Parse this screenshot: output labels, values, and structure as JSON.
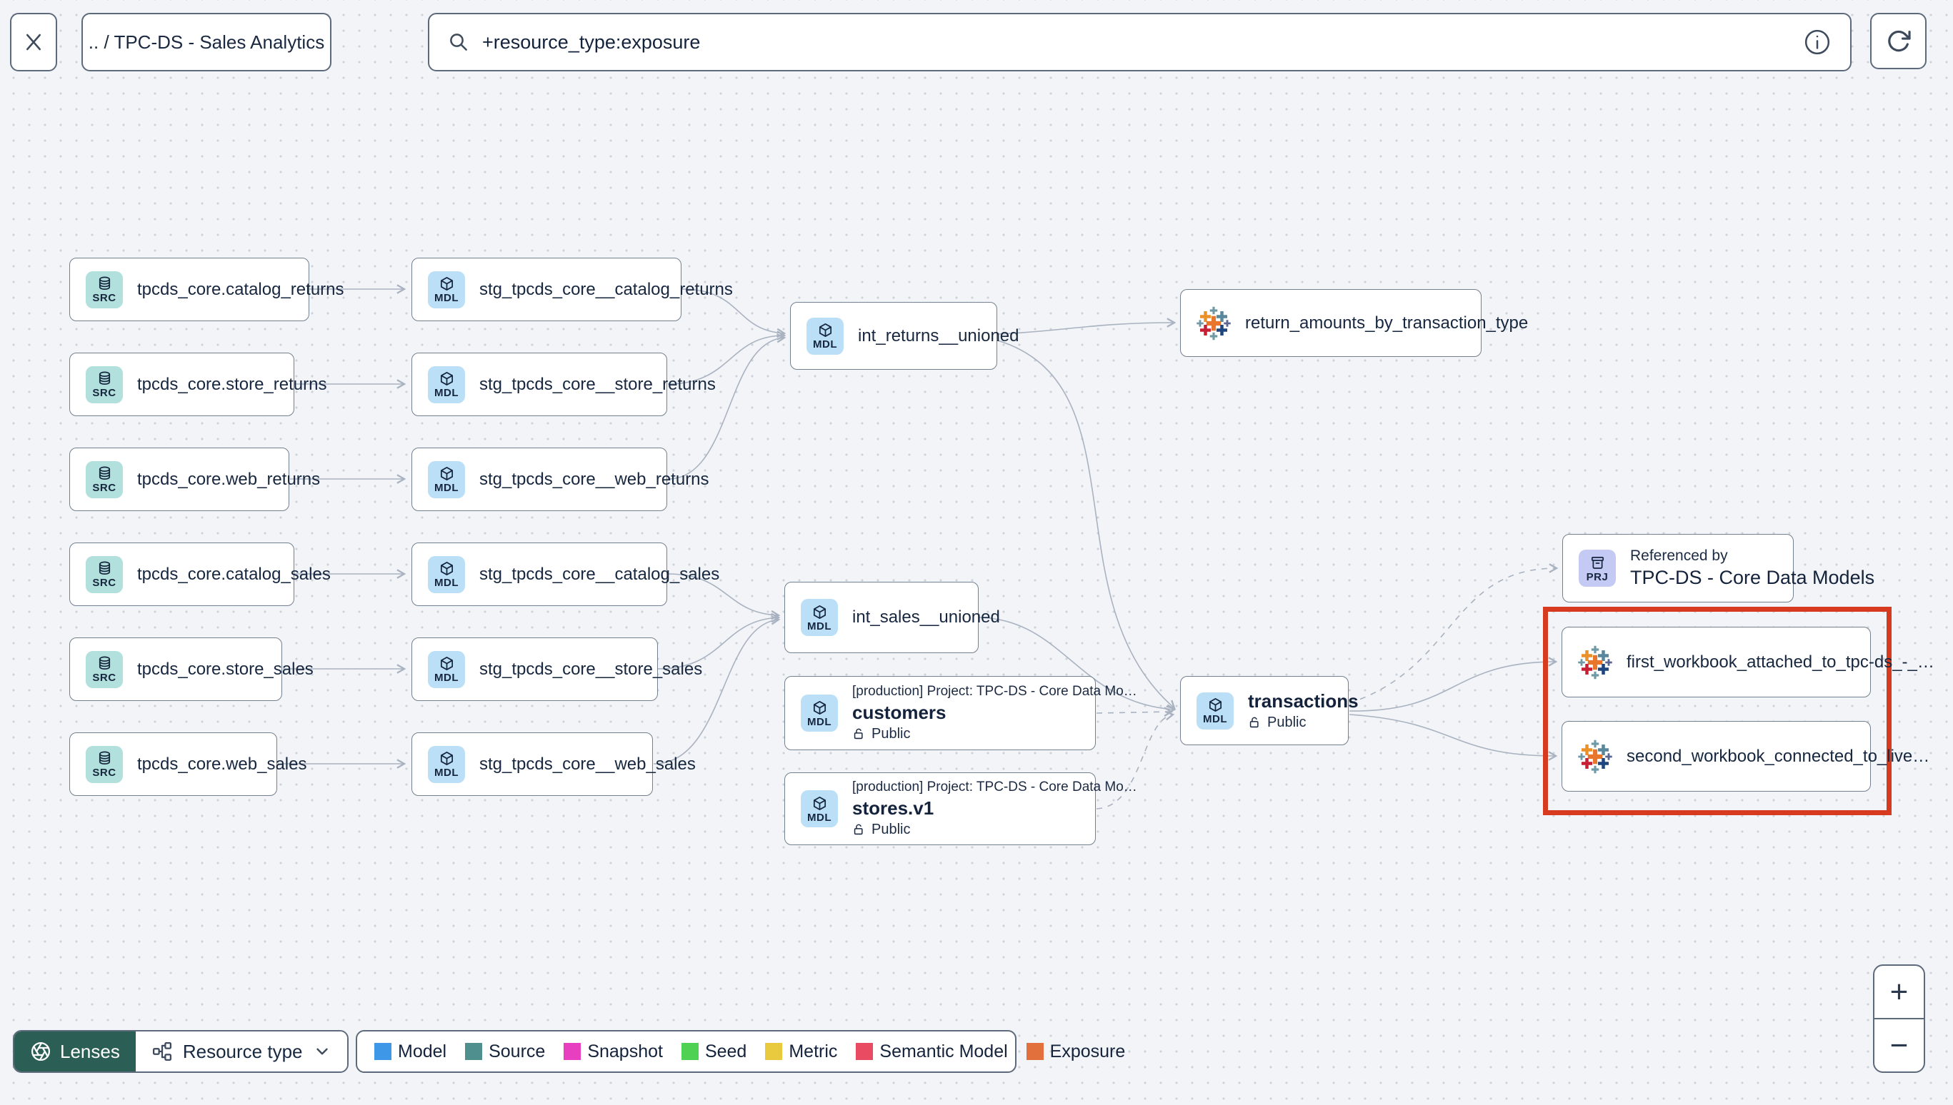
{
  "topbar": {
    "breadcrumb": ".. / TPC-DS - Sales Analytics",
    "search_value": "+resource_type:exposure"
  },
  "badges": {
    "src": "SRC",
    "mdl": "MDL",
    "prj": "PRJ"
  },
  "nodes": {
    "src_catalog_returns": {
      "label": "tpcds_core.catalog_returns"
    },
    "src_store_returns": {
      "label": "tpcds_core.store_returns"
    },
    "src_web_returns": {
      "label": "tpcds_core.web_returns"
    },
    "src_catalog_sales": {
      "label": "tpcds_core.catalog_sales"
    },
    "src_store_sales": {
      "label": "tpcds_core.store_sales"
    },
    "src_web_sales": {
      "label": "tpcds_core.web_sales"
    },
    "stg_catalog_returns": {
      "label": "stg_tpcds_core__catalog_returns"
    },
    "stg_store_returns": {
      "label": "stg_tpcds_core__store_returns"
    },
    "stg_web_returns": {
      "label": "stg_tpcds_core__web_returns"
    },
    "stg_catalog_sales": {
      "label": "stg_tpcds_core__catalog_sales"
    },
    "stg_store_sales": {
      "label": "stg_tpcds_core__store_sales"
    },
    "stg_web_sales": {
      "label": "stg_tpcds_core__web_sales"
    },
    "int_returns": {
      "label": "int_returns__unioned"
    },
    "int_sales": {
      "label": "int_sales__unioned"
    },
    "customers": {
      "project": "[production] Project: TPC-DS - Core Data Mo…",
      "name": "customers",
      "access": "Public"
    },
    "stores": {
      "project": "[production] Project: TPC-DS - Core Data Mo…",
      "name": "stores.v1",
      "access": "Public"
    },
    "transactions": {
      "name": "transactions",
      "access": "Public"
    },
    "return_amounts": {
      "label": "return_amounts_by_transaction_type"
    },
    "referenced_by": {
      "title": "Referenced by",
      "name": "TPC-DS - Core Data Models"
    },
    "first_workbook": {
      "label": "first_workbook_attached_to_tpc-ds_-_…"
    },
    "second_workbook": {
      "label": "second_workbook_connected_to_live…"
    }
  },
  "legend": {
    "items": [
      {
        "label": "Model",
        "color": "#3f97e8"
      },
      {
        "label": "Source",
        "color": "#4f908e"
      },
      {
        "label": "Snapshot",
        "color": "#e83fc1"
      },
      {
        "label": "Seed",
        "color": "#4fd153"
      },
      {
        "label": "Metric",
        "color": "#e9c93e"
      },
      {
        "label": "Semantic Model",
        "color": "#e84b62"
      },
      {
        "label": "Exposure",
        "color": "#e2703c"
      }
    ]
  },
  "controls": {
    "lenses_label": "Lenses",
    "resource_type_label": "Resource type",
    "zoom_in": "+",
    "zoom_out": "−"
  },
  "colors": {
    "highlight_red": "#d63b1f",
    "edge": "#a9b2c0",
    "src_chip": "#b2e0dc",
    "mdl_chip": "#bbdff7",
    "prj_chip": "#c5caf4",
    "lenses_bg": "#2b5e54"
  }
}
